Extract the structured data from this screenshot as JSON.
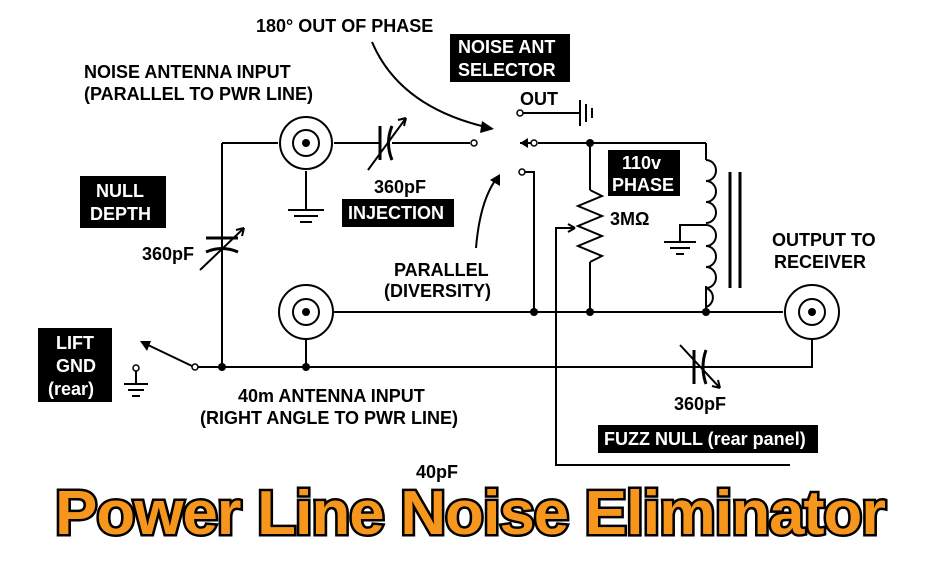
{
  "labels": {
    "phase_note": "180° OUT OF PHASE",
    "noise_input_1": "NOISE ANTENNA INPUT",
    "noise_input_2": "(PARALLEL TO PWR LINE)",
    "out": "OUT",
    "injection_cap": "360pF",
    "null_cap": "360pF",
    "pot": "3MΩ",
    "output_1": "OUTPUT TO",
    "output_2": "RECEIVER",
    "parallel_1": "PARALLEL",
    "parallel_2": "(DIVERSITY)",
    "ant40_1": "40m ANTENNA INPUT",
    "ant40_2": "(RIGHT ANGLE TO PWR LINE)",
    "fuzz_cap": "360pF",
    "cut_off": "40pF"
  },
  "boxes": {
    "noise_ant_1": "NOISE ANT",
    "noise_ant_2": "SELECTOR",
    "null_1": "NULL",
    "null_2": "DEPTH",
    "injection": "INJECTION",
    "phase_1": "110v",
    "phase_2": "PHASE",
    "lift_1": "LIFT",
    "lift_2": "GND",
    "lift_3": "(rear)",
    "fuzz": "FUZZ NULL (rear panel)"
  },
  "title": "Power Line Noise Eliminator",
  "colors": {
    "title_fill": "#f7961d",
    "title_outline": "#000000",
    "box_bg": "#000000",
    "box_text": "#ffffff"
  }
}
